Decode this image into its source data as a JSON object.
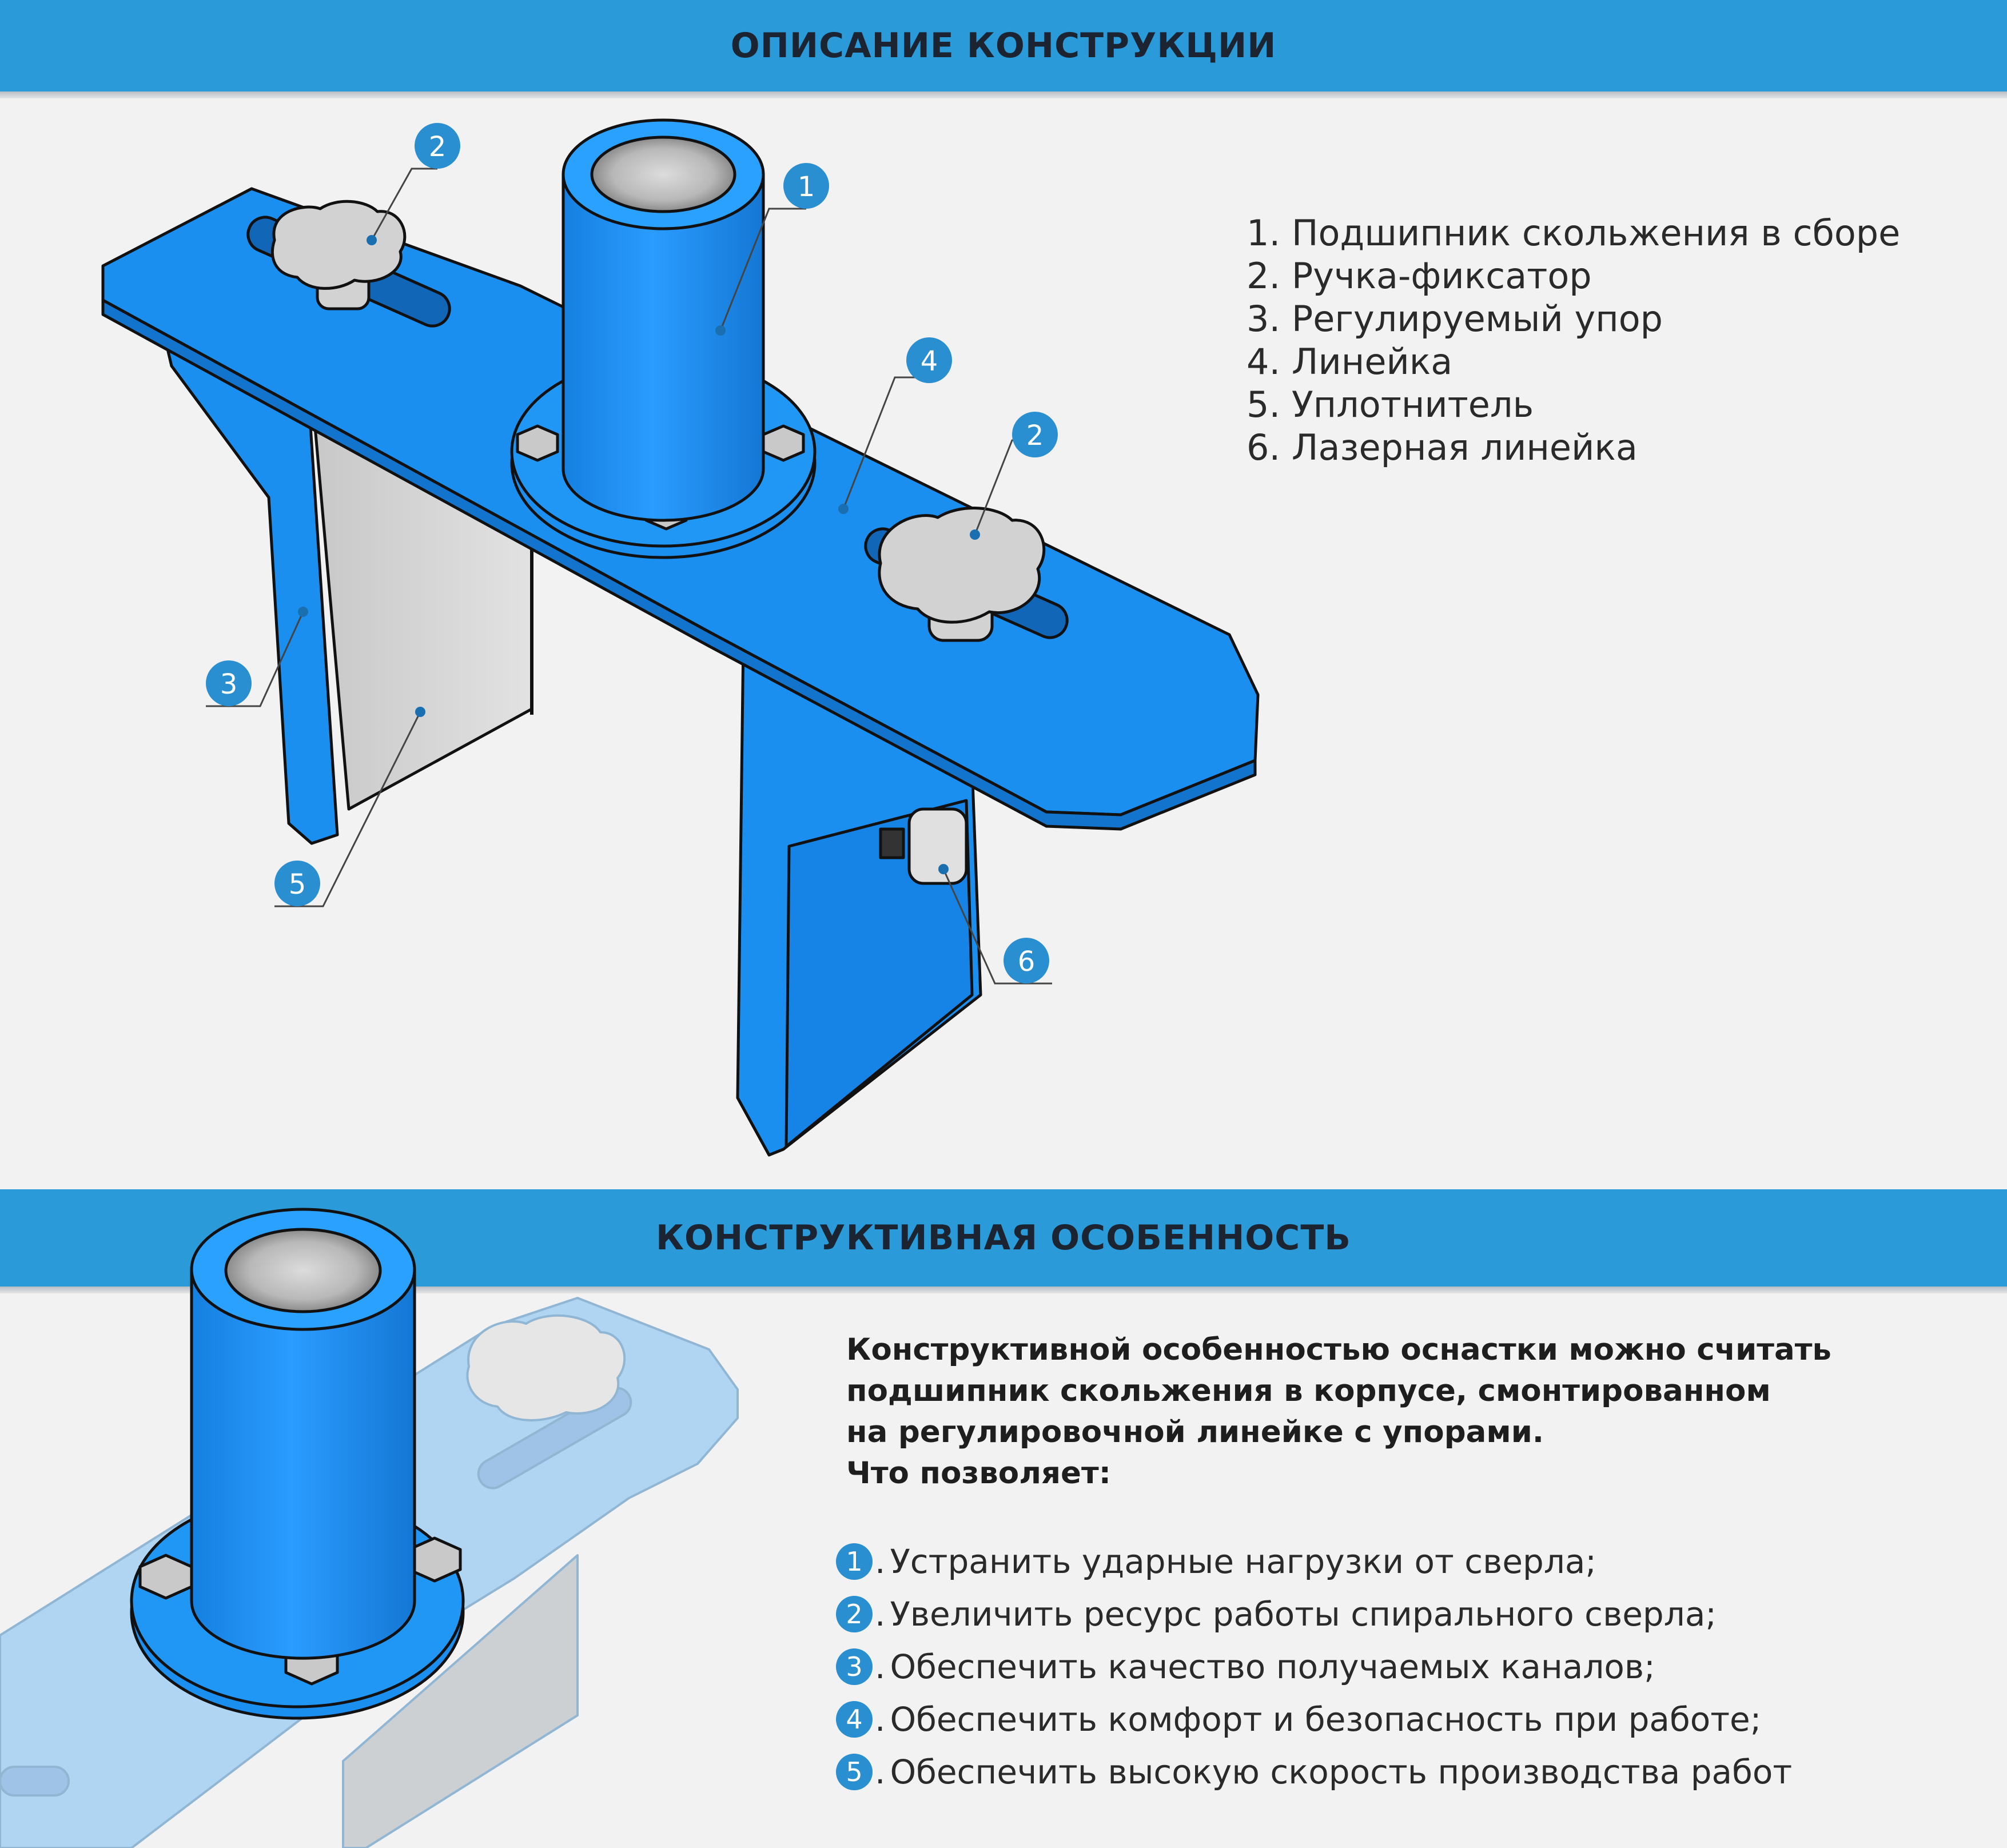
{
  "section1": {
    "title": "ОПИСАНИЕ КОНСТРУКЦИИ"
  },
  "section2": {
    "title": "КОНСТРУКТИВНАЯ ОСОБЕННОСТЬ"
  },
  "callouts": [
    "1",
    "2",
    "2",
    "3",
    "4",
    "5",
    "6"
  ],
  "parts": [
    "1. Подшипник скольжения в сборе",
    "2. Ручка-фиксатор",
    "3. Регулируемый упор",
    "4. Линейка",
    "5. Уплотнитель",
    "6. Лазерная линейка"
  ],
  "intro": [
    "Конструктивной особенностью оснастки можно считать",
    "подшипник скольжения в корпусе, смонтированном",
    "на регулировочной линейке с упорами.",
    "Что позволяет:"
  ],
  "benefits": [
    {
      "num": "1",
      "text": "Устранить ударные нагрузки от сверла;"
    },
    {
      "num": "2",
      "text": "Увеличить ресурс работы спирального сверла;"
    },
    {
      "num": "3",
      "text": "Обеспечить качество получаемых каналов;"
    },
    {
      "num": "4",
      "text": "Обеспечить комфорт и безопасность при работе;"
    },
    {
      "num": "5",
      "text": "Обеспечить высокую скорость производства работ"
    }
  ],
  "colors": {
    "banner": "#2a9ad9",
    "part": "#1a8ff0",
    "callout": "#2a8fd0",
    "background": "#f2f2f2"
  }
}
